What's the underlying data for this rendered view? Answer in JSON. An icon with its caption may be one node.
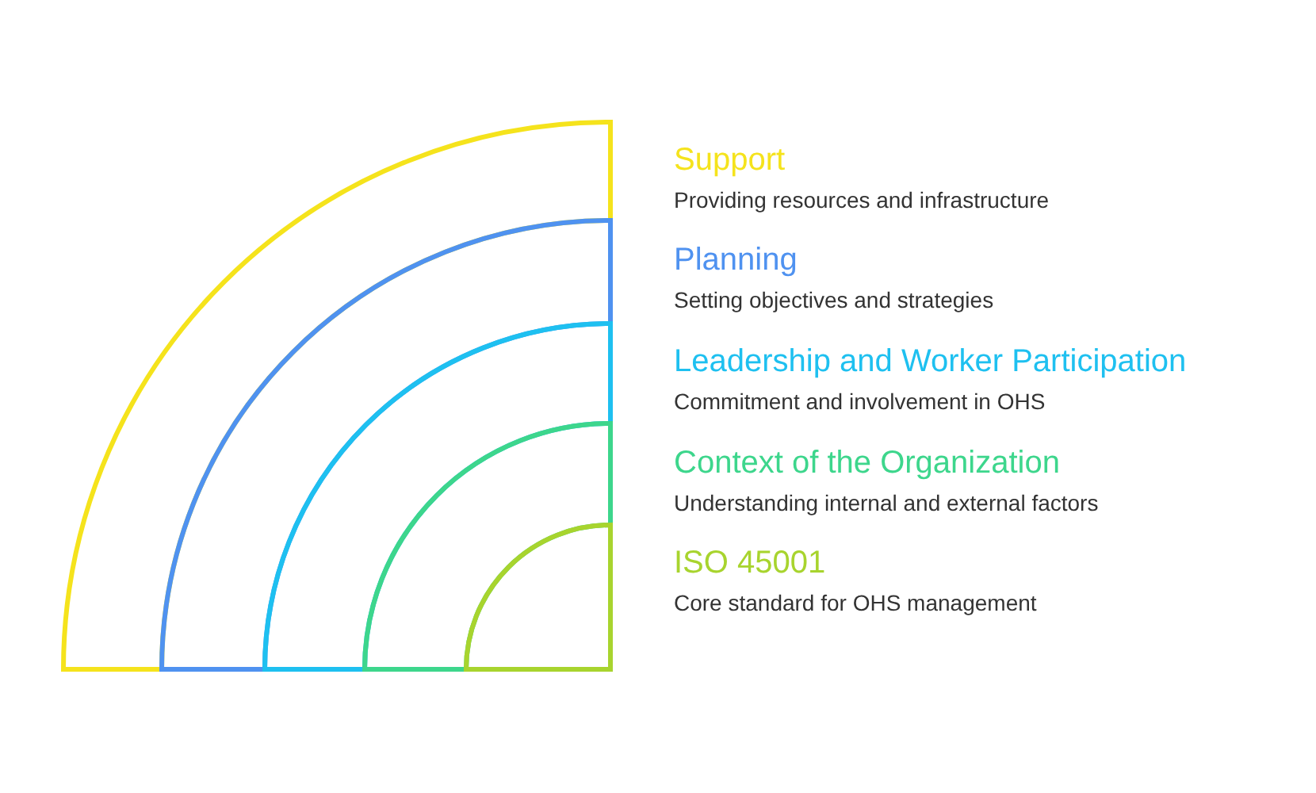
{
  "diagram": {
    "nodes": [
      {
        "text": [
          "Support",
          "Providing resources and infrastructure"
        ]
      },
      {
        "text": [
          "Planning",
          "Setting objectives and strategies"
        ]
      },
      {
        "text": [
          "Leadership and Worker Participation",
          "Commitment and involvement in OHS"
        ]
      },
      {
        "text": [
          "Context of the Organization",
          "Understanding internal and external factors"
        ]
      },
      {
        "text": [
          "ISO 45001",
          "Core standard for OHS management"
        ]
      }
    ],
    "edges": []
  }
}
